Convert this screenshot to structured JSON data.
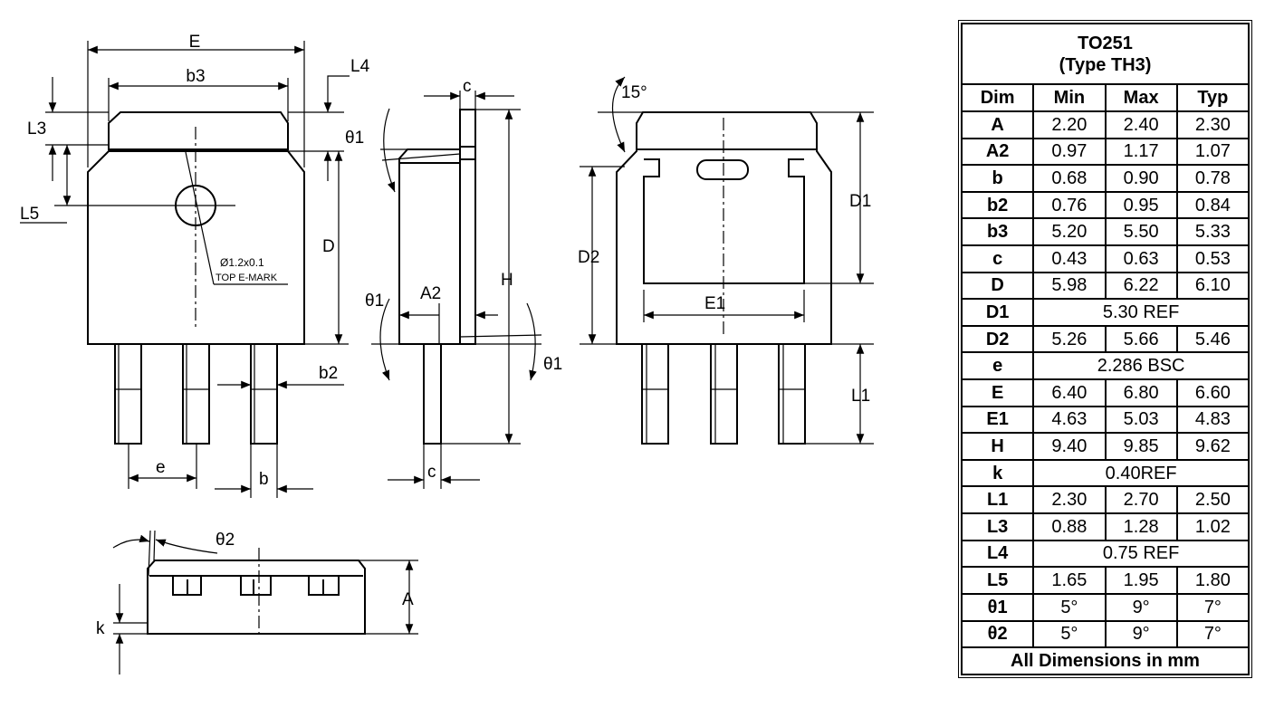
{
  "drawing": {
    "labels": {
      "E": "E",
      "b3": "b3",
      "L4": "L4",
      "L3": "L3",
      "theta1": "θ1",
      "L5": "L5",
      "D": "D",
      "mark_dia": "Ø1.2x0.1",
      "mark_text": "TOP E-MARK",
      "b2": "b2",
      "e": "e",
      "b": "b",
      "c": "c",
      "A2": "A2",
      "H": "H",
      "angle15": "15°",
      "D1": "D1",
      "D2": "D2",
      "E1": "E1",
      "L1": "L1",
      "theta2": "θ2",
      "A": "A",
      "k": "k"
    }
  },
  "table": {
    "title": "TO251",
    "subtitle": "(Type TH3)",
    "headers": [
      "Dim",
      "Min",
      "Max",
      "Typ"
    ],
    "rows": [
      {
        "dim": "A",
        "min": "2.20",
        "max": "2.40",
        "typ": "2.30"
      },
      {
        "dim": "A2",
        "min": "0.97",
        "max": "1.17",
        "typ": "1.07"
      },
      {
        "dim": "b",
        "min": "0.68",
        "max": "0.90",
        "typ": "0.78"
      },
      {
        "dim": "b2",
        "min": "0.76",
        "max": "0.95",
        "typ": "0.84"
      },
      {
        "dim": "b3",
        "min": "5.20",
        "max": "5.50",
        "typ": "5.33"
      },
      {
        "dim": "c",
        "min": "0.43",
        "max": "0.63",
        "typ": "0.53"
      },
      {
        "dim": "D",
        "min": "5.98",
        "max": "6.22",
        "typ": "6.10"
      },
      {
        "dim": "D1",
        "span": "5.30 REF"
      },
      {
        "dim": "D2",
        "min": "5.26",
        "max": "5.66",
        "typ": "5.46"
      },
      {
        "dim": "e",
        "span": "2.286 BSC"
      },
      {
        "dim": "E",
        "min": "6.40",
        "max": "6.80",
        "typ": "6.60"
      },
      {
        "dim": "E1",
        "min": "4.63",
        "max": "5.03",
        "typ": "4.83"
      },
      {
        "dim": "H",
        "min": "9.40",
        "max": "9.85",
        "typ": "9.62"
      },
      {
        "dim": "k",
        "span": "0.40REF"
      },
      {
        "dim": "L1",
        "min": "2.30",
        "max": "2.70",
        "typ": "2.50"
      },
      {
        "dim": "L3",
        "min": "0.88",
        "max": "1.28",
        "typ": "1.02"
      },
      {
        "dim": "L4",
        "span": "0.75 REF"
      },
      {
        "dim": "L5",
        "min": "1.65",
        "max": "1.95",
        "typ": "1.80"
      },
      {
        "dim": "θ1",
        "min": "5°",
        "max": "9°",
        "typ": "7°"
      },
      {
        "dim": "θ2",
        "min": "5°",
        "max": "9°",
        "typ": "7°"
      }
    ],
    "footer": "All Dimensions in mm"
  }
}
